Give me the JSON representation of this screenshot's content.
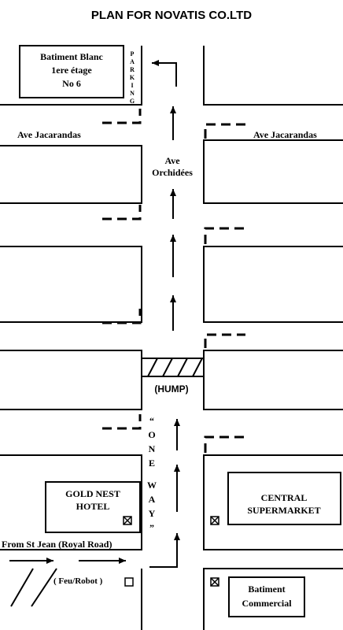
{
  "title": "PLAN FOR NOVATIS CO.LTD",
  "streets": {
    "ave_jacarandas_left": "Ave Jacarandas",
    "ave_jacarandas_right": "Ave Jacarandas",
    "ave_orchidees_line1": "Ave",
    "ave_orchidees_line2": "Orchidées",
    "from_st_jean": "From St Jean (Royal Road)"
  },
  "buildings": {
    "batiment_blanc": [
      "Batiment Blanc",
      "1ere étage",
      "No 6"
    ],
    "gold_nest": [
      "GOLD NEST",
      "HOTEL"
    ],
    "central_supermarket": [
      "CENTRAL",
      "SUPERMARKET"
    ],
    "batiment_commercial": [
      "Batiment",
      "Commercial"
    ]
  },
  "parking_letters": [
    "P",
    "A",
    "R",
    "K",
    "I",
    "N",
    "G"
  ],
  "hump_label": "(HUMP)",
  "one_way_letters": [
    "“",
    "O",
    "N",
    "E",
    "",
    "W",
    "A",
    "Y",
    "”"
  ],
  "feu_robot": "( Feu/Robot )"
}
